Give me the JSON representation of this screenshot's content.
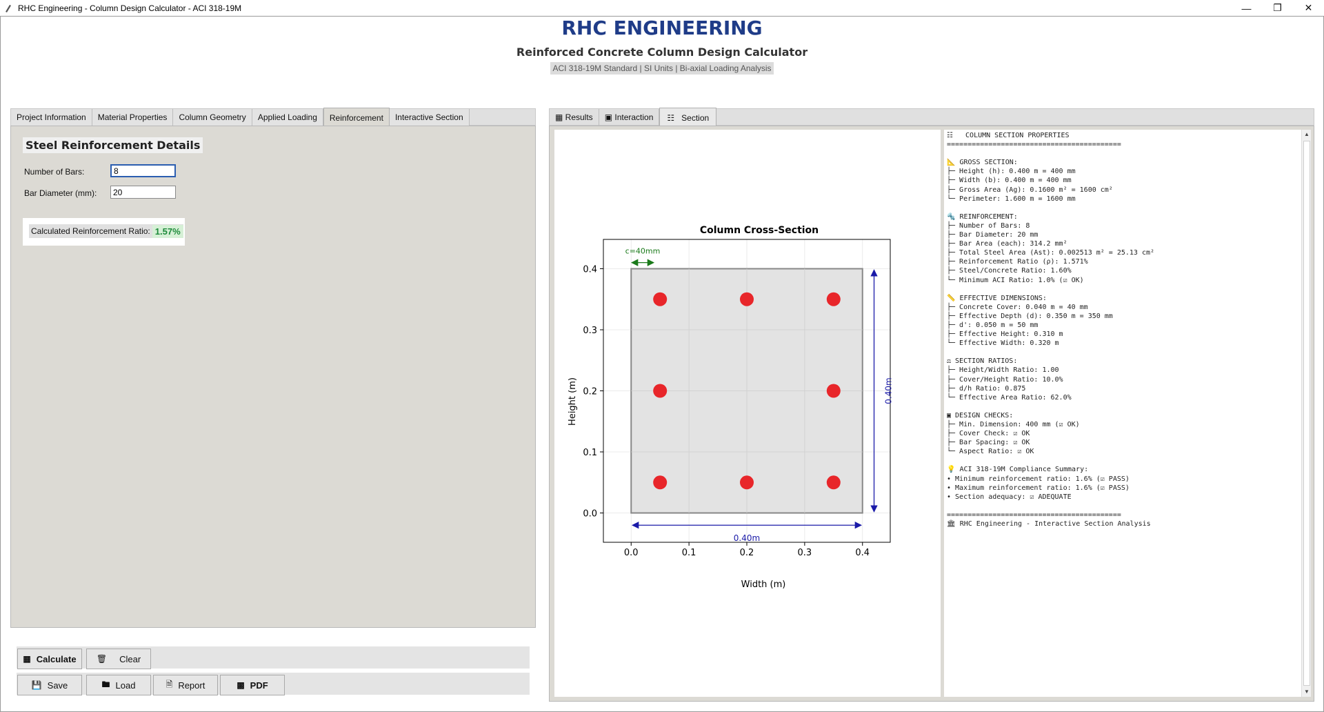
{
  "window": {
    "title": "RHC Engineering - Column Design Calculator - ACI 318-19M"
  },
  "header": {
    "brand": "RHC ENGINEERING",
    "subtitle": "Reinforced Concrete Column Design Calculator",
    "standard": "ACI 318-19M Standard | SI Units | Bi-axial Loading Analysis"
  },
  "left_tabs": [
    "Project Information",
    "Material Properties",
    "Column Geometry",
    "Applied Loading",
    "Reinforcement",
    "Interactive Section"
  ],
  "left_active_tab": "Reinforcement",
  "reinforcement": {
    "section_title": "Steel Reinforcement Details",
    "num_bars_label": "Number of Bars:",
    "num_bars_value": "8",
    "bar_diameter_label": "Bar Diameter (mm):",
    "bar_diameter_value": "20",
    "ratio_label": "Calculated Reinforcement Ratio:",
    "ratio_value": "1.57%"
  },
  "buttons": {
    "calculate": "Calculate",
    "clear": "Clear",
    "save": "Save",
    "load": "Load",
    "report": "Report",
    "pdf": "PDF"
  },
  "right_tabs": {
    "results": "Results",
    "interaction": "Interaction",
    "section": "Section"
  },
  "chart_data": {
    "type": "scatter",
    "title": "Column Cross-Section",
    "xlabel": "Width (m)",
    "ylabel": "Height (m)",
    "xlim": [
      -0.048,
      0.448
    ],
    "ylim": [
      -0.048,
      0.448
    ],
    "xticks": [
      "0.0",
      "0.1",
      "0.2",
      "0.3",
      "0.4"
    ],
    "yticks": [
      "0.0",
      "0.1",
      "0.2",
      "0.3",
      "0.4"
    ],
    "grid": true,
    "section": {
      "width": 0.4,
      "height": 0.4
    },
    "bars": [
      {
        "x": 0.05,
        "y": 0.35
      },
      {
        "x": 0.2,
        "y": 0.35
      },
      {
        "x": 0.35,
        "y": 0.35
      },
      {
        "x": 0.05,
        "y": 0.2
      },
      {
        "x": 0.35,
        "y": 0.2
      },
      {
        "x": 0.05,
        "y": 0.05
      },
      {
        "x": 0.2,
        "y": 0.05
      },
      {
        "x": 0.35,
        "y": 0.05
      }
    ],
    "annotations": {
      "cover": "c=40mm",
      "width_dim": "0.40m",
      "height_dim": "0.40m"
    },
    "colors": {
      "bar": "#e8262a",
      "section_fill": "#dedede",
      "dimension": "#1a1aa8",
      "cover": "#1a7a1a"
    }
  },
  "properties_lines": [
    "☷   COLUMN SECTION PROPERTIES",
    "==========================================",
    "",
    "📐 GROSS SECTION:",
    "├─ Height (h): 0.400 m = 400 mm",
    "├─ Width (b): 0.400 m = 400 mm",
    "├─ Gross Area (Ag): 0.1600 m² = 1600 cm²",
    "└─ Perimeter: 1.600 m = 1600 mm",
    "",
    "🔩 REINFORCEMENT:",
    "├─ Number of Bars: 8",
    "├─ Bar Diameter: 20 mm",
    "├─ Bar Area (each): 314.2 mm²",
    "├─ Total Steel Area (Ast): 0.002513 m² = 25.13 cm²",
    "├─ Reinforcement Ratio (ρ): 1.571%",
    "├─ Steel/Concrete Ratio: 1.60%",
    "└─ Minimum ACI Ratio: 1.0% (☑ OK)",
    "",
    "📏 EFFECTIVE DIMENSIONS:",
    "├─ Concrete Cover: 0.040 m = 40 mm",
    "├─ Effective Depth (d): 0.350 m = 350 mm",
    "├─ d': 0.050 m = 50 mm",
    "├─ Effective Height: 0.310 m",
    "└─ Effective Width: 0.320 m",
    "",
    "⚖ SECTION RATIOS:",
    "├─ Height/Width Ratio: 1.00",
    "├─ Cover/Height Ratio: 10.0%",
    "├─ d/h Ratio: 0.875",
    "└─ Effective Area Ratio: 62.0%",
    "",
    "▣ DESIGN CHECKS:",
    "├─ Min. Dimension: 400 mm (☑ OK)",
    "├─ Cover Check: ☑ OK",
    "├─ Bar Spacing: ☑ OK",
    "└─ Aspect Ratio: ☑ OK",
    "",
    "💡 ACI 318-19M Compliance Summary:",
    "• Minimum reinforcement ratio: 1.6% (☑ PASS)",
    "• Maximum reinforcement ratio: 1.6% (☑ PASS)",
    "• Section adequacy: ☑ ADEQUATE",
    "",
    "==========================================",
    "🏛 RHC Engineering - Interactive Section Analysis"
  ]
}
